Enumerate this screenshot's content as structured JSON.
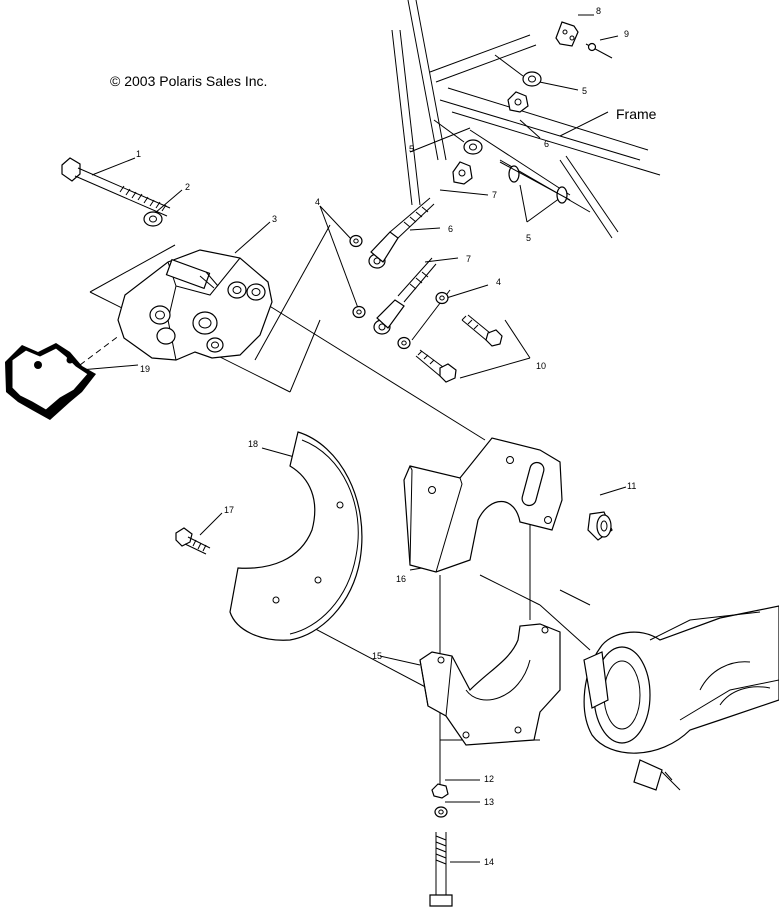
{
  "copyright": "© 2003 Polaris Sales Inc.",
  "frame_label": "Frame",
  "callouts": {
    "c1": "1",
    "c2": "2",
    "c3": "3",
    "c4a": "4",
    "c4b": "4",
    "c5a": "5",
    "c5b": "5",
    "c5c": "5",
    "c6a": "6",
    "c6b": "6",
    "c7a": "7",
    "c7b": "7",
    "c8": "8",
    "c9": "9",
    "c10": "10",
    "c11": "11",
    "c12": "12",
    "c13": "13",
    "c14": "14",
    "c15": "15",
    "c16": "16",
    "c17": "17",
    "c18": "18",
    "c19": "19"
  }
}
